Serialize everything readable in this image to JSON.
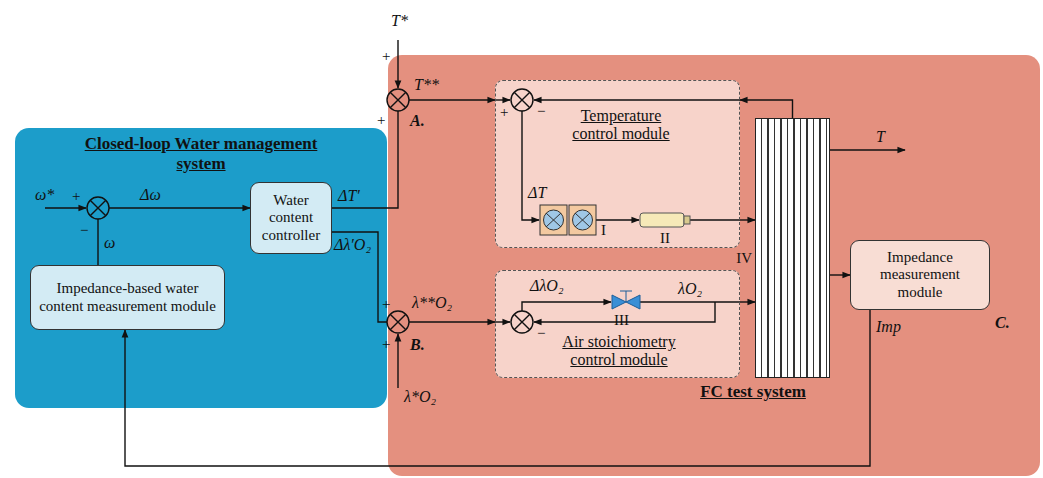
{
  "diagram": {
    "nodes": [
      {
        "text": [
          "Closed-loop Water management system"
        ]
      },
      {
        "text": [
          "Water content controller"
        ],
        "in": 0
      },
      {
        "text": [
          "Impedance-based water content measurement module"
        ],
        "in": 0
      },
      {
        "text": [
          "FC test system"
        ]
      },
      {
        "text": [
          "Temperature control module"
        ],
        "in": 3
      },
      {
        "text": [
          "Air stoichiometry control module"
        ],
        "in": 3
      },
      {
        "text": [
          "IV"
        ],
        "in": 3
      },
      {
        "text": [
          "Impedance measurement module"
        ],
        "in": 3
      }
    ],
    "edges": [
      {
        "from": 1,
        "to": 4,
        "arrow": "to"
      },
      {
        "from": 1,
        "to": 5,
        "arrow": "to"
      },
      {
        "from": 2,
        "to": 1,
        "arrow": "to"
      },
      {
        "from": 4,
        "to": 6,
        "arrow": "to"
      },
      {
        "from": 5,
        "to": 6,
        "arrow": "to"
      },
      {
        "from": 6,
        "to": 4,
        "arrow": "to"
      },
      {
        "from": 6,
        "to": 7,
        "arrow": "to"
      },
      {
        "from": 7,
        "to": 2,
        "arrow": "to"
      }
    ],
    "labels": [
      "T*",
      "+",
      "+",
      "T**",
      "A.",
      "+",
      "−",
      "ΔT",
      "I",
      "II",
      "T",
      "ω*",
      "+",
      "−",
      "Δω",
      "ω",
      "ΔT′",
      "Δλ′O₂",
      "B.",
      "λ**O₂",
      "+",
      "+",
      "λ*O₂",
      "ΔλO₂",
      "III",
      "−",
      "λO₂",
      "Imp",
      "C."
    ]
  }
}
